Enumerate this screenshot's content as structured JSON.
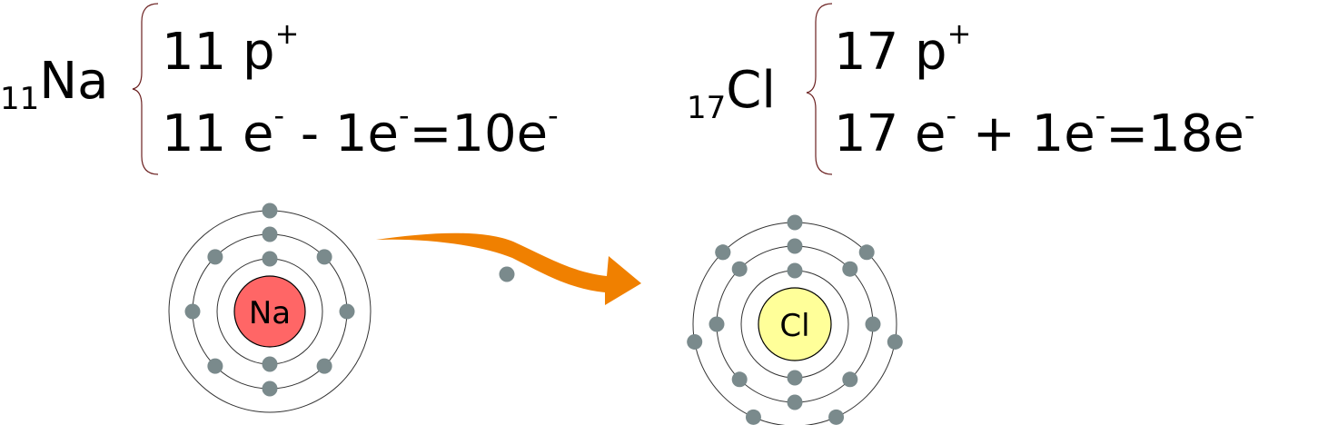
{
  "sodium": {
    "atomic_number": "11",
    "symbol": "Na",
    "protons": "11 p",
    "protons_sup": "+",
    "electrons": [
      {
        "text": "11 e",
        "sup": "-"
      },
      {
        "text": " - 1e",
        "sup": "-"
      },
      {
        "text": "=10e",
        "sup": "-"
      }
    ],
    "nucleus_label": "Na",
    "nucleus_color": "#ff6666",
    "shells": [
      2,
      8,
      1
    ]
  },
  "chlorine": {
    "atomic_number": "17",
    "symbol": "Cl",
    "protons": "17 p",
    "protons_sup": "+",
    "electrons": [
      {
        "text": "17 e",
        "sup": "-"
      },
      {
        "text": " + 1e",
        "sup": "-"
      },
      {
        "text": "=18e",
        "sup": "-"
      }
    ],
    "nucleus_label": "Cl",
    "nucleus_color": "#ffff99",
    "shells": [
      2,
      8,
      8
    ]
  },
  "colors": {
    "electron": "#7a8a8c",
    "arrow": "#f08000",
    "brace": "#6b2020",
    "orbit": "#333333"
  }
}
